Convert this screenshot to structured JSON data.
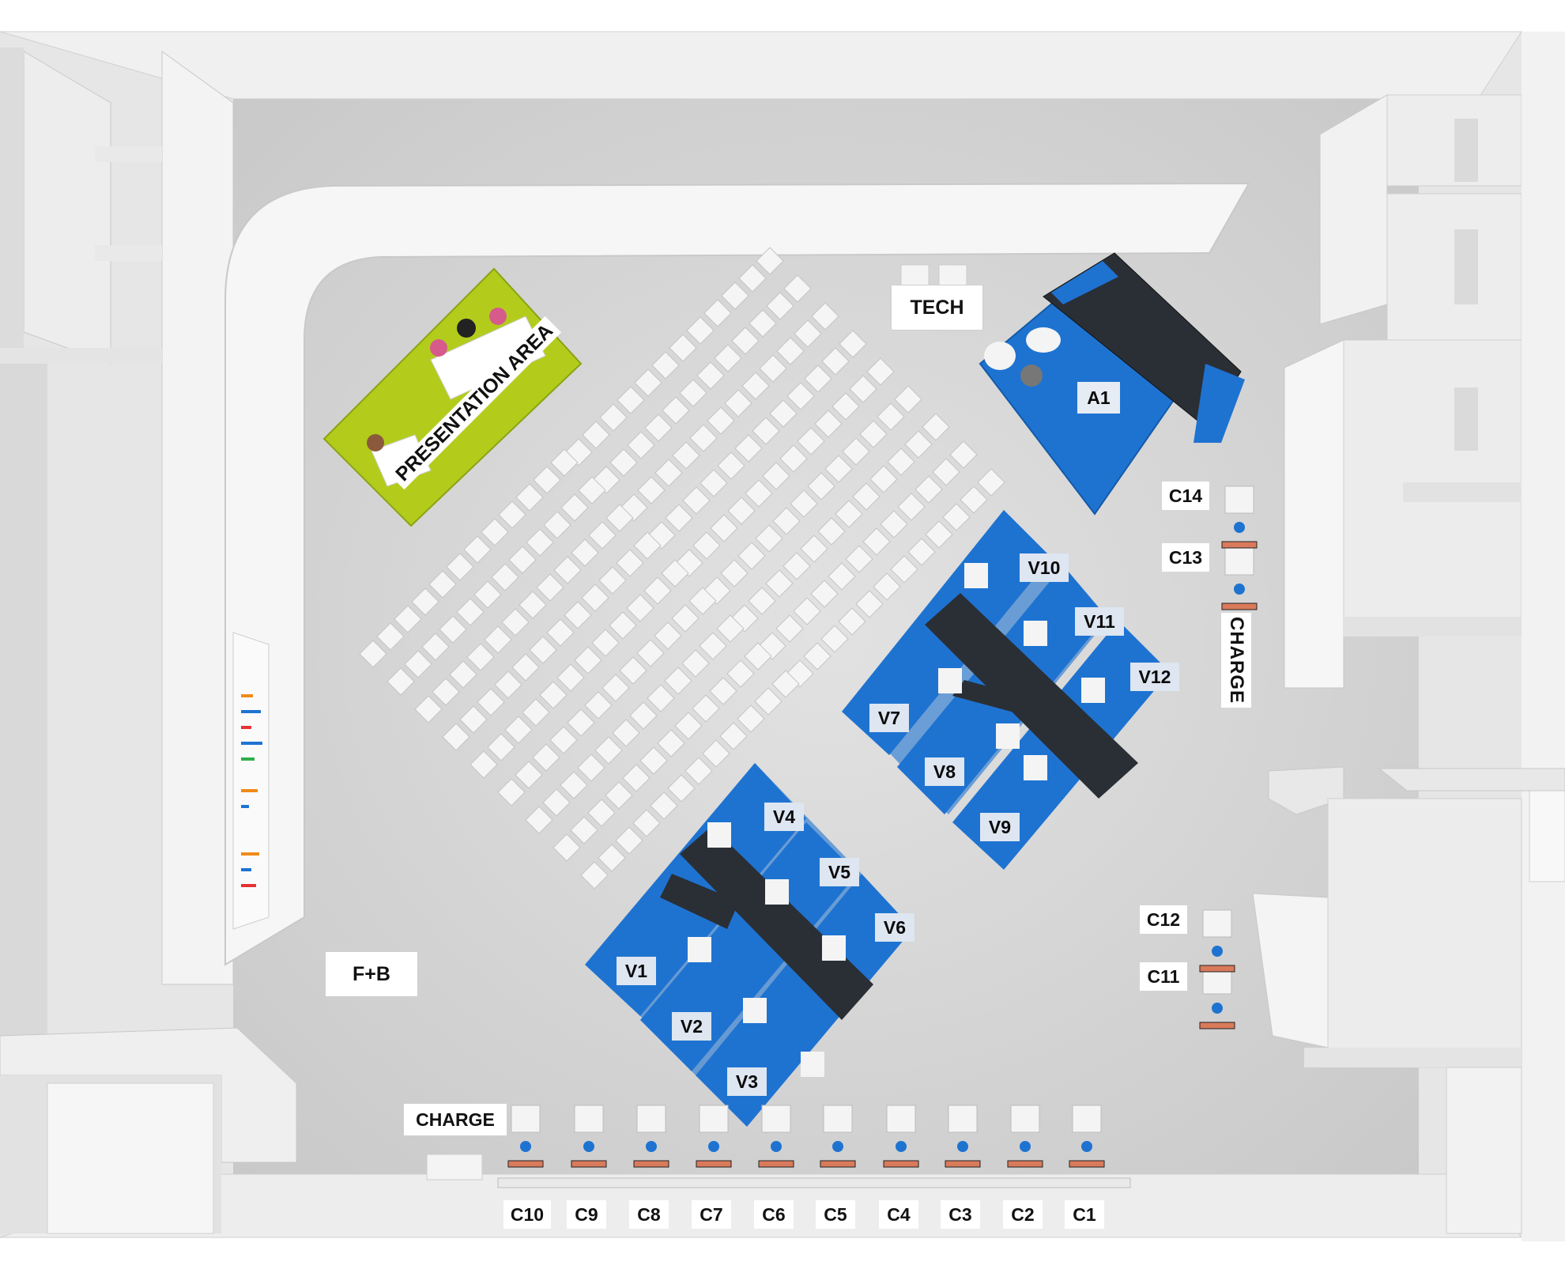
{
  "presentation_area": "PRESENTATION AREA",
  "tech": "TECH",
  "booth_a1": "A1",
  "fb": "F+B",
  "charge_bottom": "CHARGE",
  "charge_right": "CHARGE",
  "vr_stations": [
    "V1",
    "V2",
    "V3",
    "V4",
    "V5",
    "V6",
    "V7",
    "V8",
    "V9",
    "V10",
    "V11",
    "V12"
  ],
  "charge_stations": [
    "C1",
    "C2",
    "C3",
    "C4",
    "C5",
    "C6",
    "C7",
    "C8",
    "C9",
    "C10",
    "C11",
    "C12",
    "C13",
    "C14"
  ],
  "colors": {
    "booth_blue": "#1e73d1",
    "presentation_green": "#b3cc1c",
    "floor": "#d4d4d4",
    "wall": "#eeeeee"
  }
}
